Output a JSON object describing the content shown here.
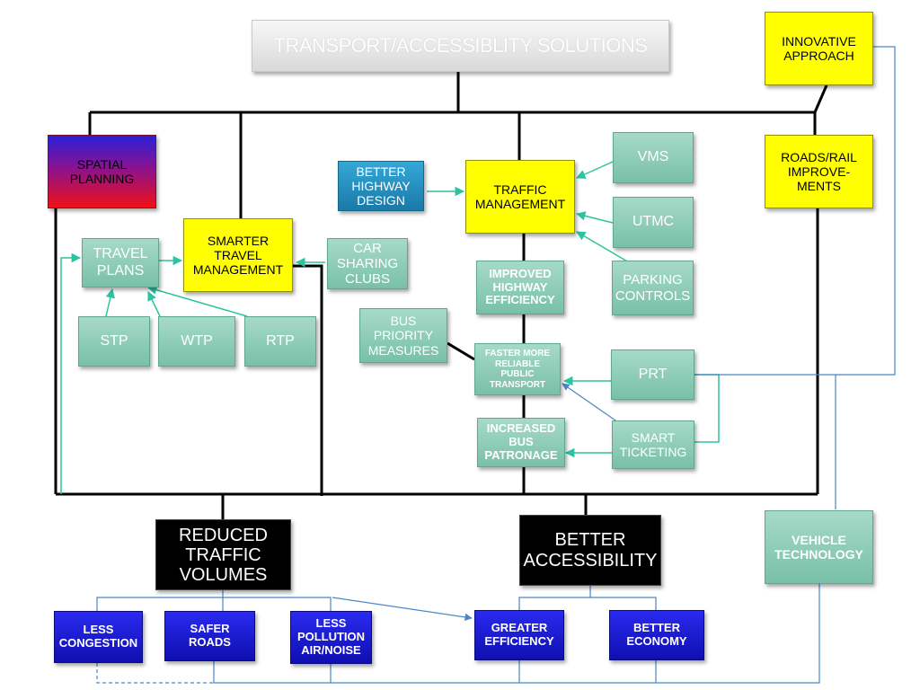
{
  "nodes": {
    "title": "TRANSPORT/ACCESSIBLITY SOLUTIONS",
    "innovative": "INNOVATIVE\nAPPROACH",
    "spatial": "SPATIAL\nPLANNING",
    "better_highway": "BETTER\nHIGHWAY\nDESIGN",
    "traffic_mgmt": "TRAFFIC\nMANAGEMENT",
    "vms": "VMS",
    "roads_rail": "ROADS/RAIL\nIMPROVE-\nMENTS",
    "smarter_travel": "SMARTER\nTRAVEL\nMANAGEMENT",
    "travel_plans": "TRAVEL\nPLANS",
    "car_sharing": "CAR\nSHARING\nCLUBS",
    "utmc": "UTMC",
    "improved_highway": "IMPROVED\nHIGHWAY\nEFFICIENCY",
    "parking": "PARKING\nCONTROLS",
    "stp": "STP",
    "wtp": "WTP",
    "rtp": "RTP",
    "bus_priority": "BUS\nPRIORITY\nMEASURES",
    "faster_pt": "FASTER MORE\nRELIABLE\nPUBLIC\nTRANSPORT",
    "prt": "PRT",
    "increased_bus": "INCREASED\nBUS\nPATRONAGE",
    "smart_ticketing": "SMART\nTICKETING",
    "reduced_traffic": "REDUCED\nTRAFFIC\nVOLUMES",
    "better_access": "BETTER\nACCESSIBILITY",
    "vehicle_tech": "VEHICLE\nTECHNOLOGY",
    "less_congestion": "LESS\nCONGESTION",
    "safer_roads": "SAFER\nROADS",
    "less_pollution": "LESS\nPOLLUTION\nAIR/NOISE",
    "greater_efficiency": "GREATER\nEFFICIENCY",
    "better_economy": "BETTER\nECONOMY"
  },
  "colors": {
    "yellow": "#ffff00",
    "teal": "#8fcfb8",
    "black": "#000000",
    "navy": "#1a1ad0",
    "arrow_teal": "#2cc4a0",
    "arrow_blue": "#4a86c8"
  }
}
